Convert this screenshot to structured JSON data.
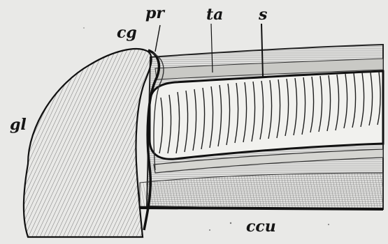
{
  "figure": {
    "labels": {
      "cg": "cg",
      "pr": "pr",
      "ta": "ta",
      "s": "s",
      "gl": "gl",
      "ccu": "ccu"
    }
  }
}
